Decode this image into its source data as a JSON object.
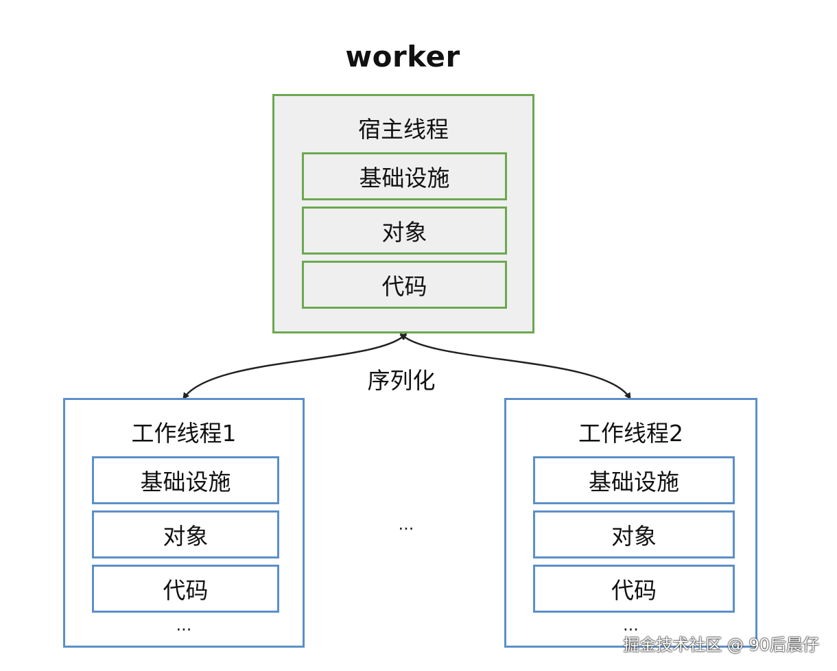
{
  "title": "worker",
  "host_thread": {
    "label": "宿主线程",
    "blocks": [
      "基础设施",
      "对象",
      "代码"
    ]
  },
  "connector": {
    "label": "序列化"
  },
  "worker_threads": [
    {
      "label": "工作线程1",
      "blocks": [
        "基础设施",
        "对象",
        "代码"
      ],
      "more": "..."
    },
    {
      "label": "工作线程2",
      "blocks": [
        "基础设施",
        "对象",
        "代码"
      ],
      "more": "..."
    }
  ],
  "between_more": "...",
  "watermark": "掘金技术社区 @ 90后晨仔",
  "colors": {
    "host_border": "#6aa84f",
    "host_fill": "#efefef",
    "worker_border": "#5b8fc9",
    "arrow": "#222222"
  }
}
